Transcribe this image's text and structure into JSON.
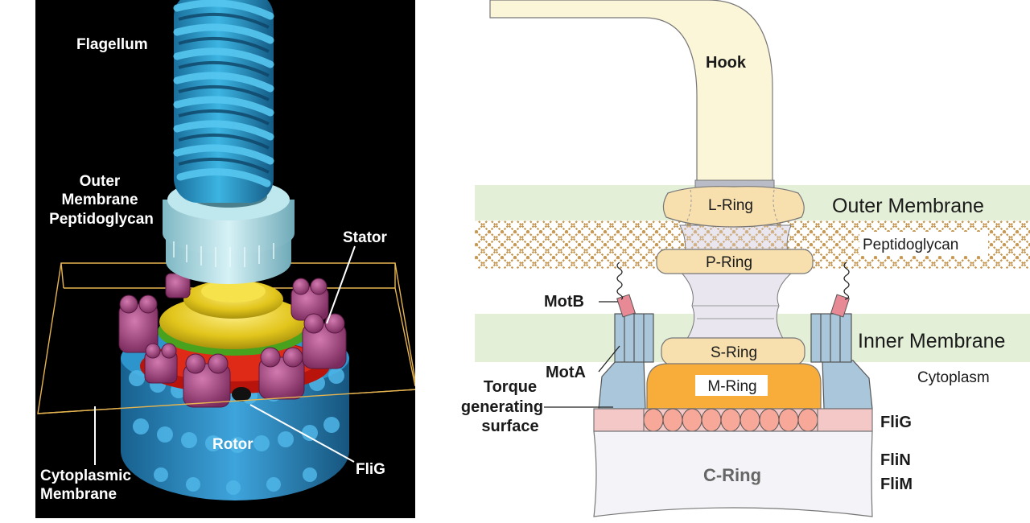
{
  "left_panel": {
    "labels": {
      "flagellum": "Flagellum",
      "outer_membrane_1": "Outer",
      "outer_membrane_2": "Membrane",
      "peptidoglycan": "Peptidoglycan",
      "stator": "Stator",
      "rotor": "Rotor",
      "flig": "FliG",
      "cytoplasmic_1": "Cytoplasmic",
      "cytoplasmic_2": "Membrane"
    },
    "colors": {
      "background": "#000000",
      "flagellum": "#2a9fd0",
      "peptidoglycan_ring": "#a9dde6",
      "rotor_top": "#e8c81a",
      "stator": "#a2407e",
      "rotor_base": "#2b86c0",
      "flig": "#cc1a0e",
      "membrane_outline": "#e6b450"
    }
  },
  "right_panel": {
    "labels": {
      "hook": "Hook",
      "l_ring": "L-Ring",
      "outer_membrane": "Outer Membrane",
      "peptidoglycan": "Peptidoglycan",
      "p_ring": "P-Ring",
      "motb": "MotB",
      "inner_membrane": "Inner Membrane",
      "s_ring": "S-Ring",
      "mota": "MotA",
      "m_ring": "M-Ring",
      "cytoplasm": "Cytoplasm",
      "torque_1": "Torque",
      "torque_2": "generating",
      "torque_3": "surface",
      "flig": "FliG",
      "flin": "FliN",
      "c_ring": "C-Ring",
      "flim": "FliM"
    },
    "colors": {
      "hook": "#fcf6d8",
      "membrane_band": "#e4efd8",
      "peptidoglycan_mesh": "#c39650",
      "ring": "#f8dfae",
      "m_ring": "#f8ac3a",
      "rod": "#e6e4f0",
      "stator": "#a9c6da",
      "motb_tip": "#e88a96",
      "flig_band": "#f5c8c8",
      "flig_beads": "#f8a898",
      "c_ring": "#f4f4f8"
    }
  }
}
